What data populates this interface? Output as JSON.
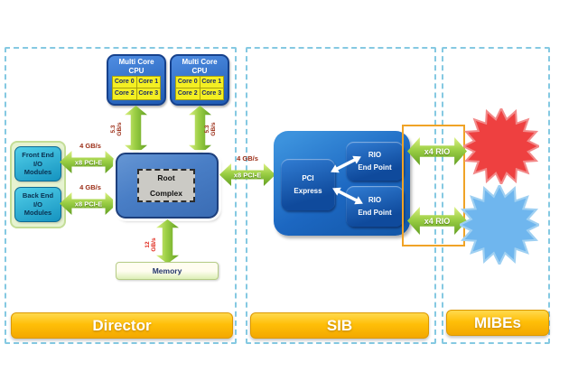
{
  "colors": {
    "star_red": "#ee4040",
    "star_blue": "#6fb6ee"
  },
  "sections": {
    "director": {
      "label": "Director"
    },
    "sib": {
      "label": "SIB"
    },
    "mibes": {
      "label": "MIBEs"
    }
  },
  "director": {
    "cpus": [
      {
        "title": "Multi Core\nCPU",
        "cores": [
          "Core 0",
          "Core 1",
          "Core 2",
          "Core 3"
        ]
      },
      {
        "title": "Multi Core\nCPU",
        "cores": [
          "Core 0",
          "Core 1",
          "Core 2",
          "Core 3"
        ]
      }
    ],
    "cpu_link_rate": "5.3\nGB/s",
    "front_end": "Front End\nI/O\nModules",
    "back_end": "Back End\nI/O\nModules",
    "io_link_rate": "4 GB/s",
    "io_link_type": "x8 PCI-E",
    "root_complex": "Root\nComplex",
    "memory": "Memory",
    "memory_link_rate": "12\nGB/s"
  },
  "sib": {
    "uplink_rate": "4 GB/s",
    "uplink_type": "x8 PCI-E",
    "pci_express": "PCI\nExpress",
    "rio_endpoints": [
      "RIO\nEnd Point",
      "RIO\nEnd Point"
    ],
    "rio_links": [
      "x4 RIO",
      "x4 RIO"
    ]
  }
}
